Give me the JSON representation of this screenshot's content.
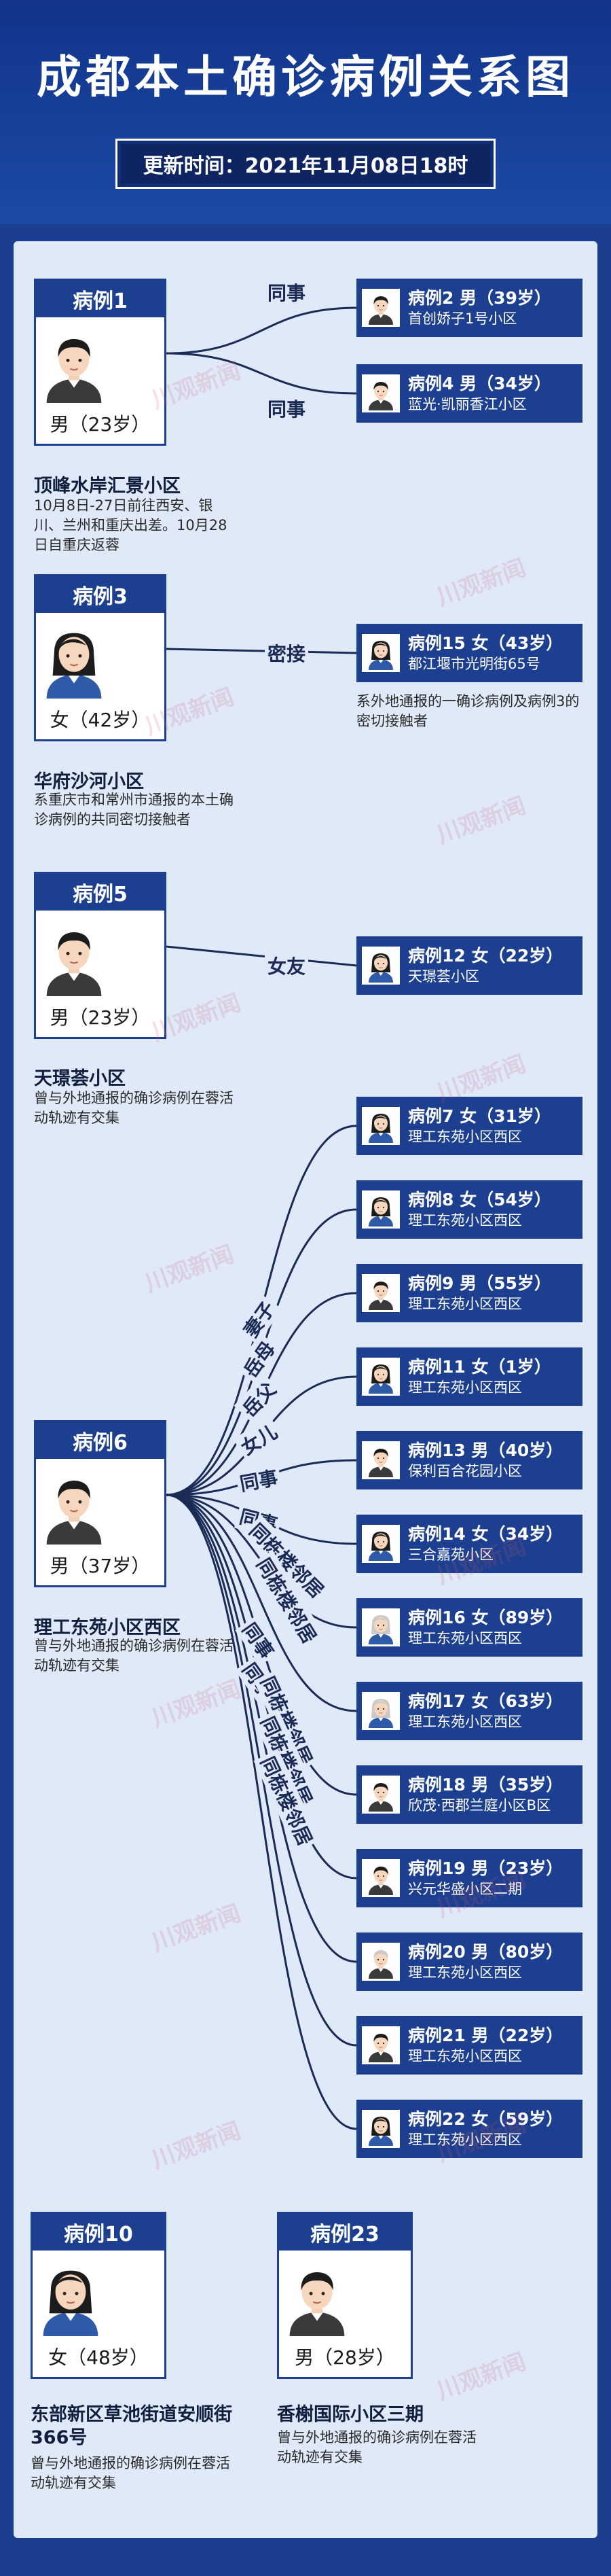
{
  "header": {
    "title": "成都本土确诊病例关系图",
    "update_time": "更新时间：2021年11月08日18时"
  },
  "colors": {
    "background": "#1b3e8f",
    "panel": "#dfe9f8",
    "card": "#1d3f8f"
  },
  "watermark": "川观新闻",
  "groups": [
    {
      "source": {
        "id": "1",
        "label": "病例1",
        "sex_age": "男（23岁）",
        "avatar": "male-avatar-icon",
        "address": "顶峰水岸汇景小区",
        "note": "10月8日-27日前往西安、银川、兰州和重庆出差。10月28日自重庆返蓉"
      },
      "targets": [
        {
          "relation": "同事",
          "case": "病例2 男（39岁）",
          "address": "首创娇子1号小区",
          "avatar": "male-avatar-icon"
        },
        {
          "relation": "同事",
          "case": "病例4 男（34岁）",
          "address": "蓝光·凯丽香江小区",
          "avatar": "male-avatar-icon"
        }
      ]
    },
    {
      "source": {
        "id": "3",
        "label": "病例3",
        "sex_age": "女（42岁）",
        "avatar": "female-avatar-icon",
        "address": "华府沙河小区",
        "note": "系重庆市和常州市通报的本土确诊病例的共同密切接触者"
      },
      "targets": [
        {
          "relation": "密接",
          "case": "病例15 女（43岁）",
          "address": "都江堰市光明街65号",
          "avatar": "female-avatar-icon",
          "note": "系外地通报的一确诊病例及病例3的密切接触者"
        }
      ]
    },
    {
      "source": {
        "id": "5",
        "label": "病例5",
        "sex_age": "男（23岁）",
        "avatar": "male-avatar-icon",
        "address": "天璟荟小区",
        "note": "曾与外地通报的确诊病例在蓉活动轨迹有交集"
      },
      "targets": [
        {
          "relation": "女友",
          "case": "病例12 女（22岁）",
          "address": "天璟荟小区",
          "avatar": "female-avatar-icon"
        }
      ]
    },
    {
      "source": {
        "id": "6",
        "label": "病例6",
        "sex_age": "男（37岁）",
        "avatar": "male-avatar-icon",
        "address": "理工东苑小区西区",
        "note": "曾与外地通报的确诊病例在蓉活动轨迹有交集"
      },
      "targets": [
        {
          "relation": "妻子",
          "case": "病例7 女（31岁）",
          "address": "理工东苑小区西区",
          "avatar": "female-avatar-icon"
        },
        {
          "relation": "岳母",
          "case": "病例8 女（54岁）",
          "address": "理工东苑小区西区",
          "avatar": "female-avatar-icon"
        },
        {
          "relation": "岳父",
          "case": "病例9 男（55岁）",
          "address": "理工东苑小区西区",
          "avatar": "male-avatar-icon"
        },
        {
          "relation": "女儿",
          "case": "病例11 女（1岁）",
          "address": "理工东苑小区西区",
          "avatar": "female-avatar-icon"
        },
        {
          "relation": "同事",
          "case": "病例13 男（40岁）",
          "address": "保利百合花园小区",
          "avatar": "male-avatar-icon"
        },
        {
          "relation": "同事",
          "case": "病例14 女（34岁）",
          "address": "三合嘉苑小区",
          "avatar": "female-avatar-icon"
        },
        {
          "relation": "同栋楼邻居",
          "case": "病例16 女（89岁）",
          "address": "理工东苑小区西区",
          "avatar": "elderly-female-avatar-icon"
        },
        {
          "relation": "同栋楼邻居",
          "case": "病例17 女（63岁）",
          "address": "理工东苑小区西区",
          "avatar": "elderly-female-avatar-icon"
        },
        {
          "relation": "同事",
          "case": "病例18 男（35岁）",
          "address": "欣茂·西郡兰庭小区B区",
          "avatar": "male-avatar-icon"
        },
        {
          "relation": "同事",
          "case": "病例19 男（23岁）",
          "address": "兴元华盛小区二期",
          "avatar": "male-avatar-icon"
        },
        {
          "relation": "同栋楼邻居",
          "case": "病例20 男（80岁）",
          "address": "理工东苑小区西区",
          "avatar": "elderly-male-avatar-icon"
        },
        {
          "relation": "同栋楼邻居",
          "case": "病例21 男（22岁）",
          "address": "理工东苑小区西区",
          "avatar": "male-avatar-icon"
        },
        {
          "relation": "同栋楼邻居",
          "case": "病例22 女（59岁）",
          "address": "理工东苑小区西区",
          "avatar": "female-avatar-icon"
        }
      ]
    }
  ],
  "standalone": [
    {
      "id": "10",
      "label": "病例10",
      "sex_age": "女（48岁）",
      "avatar": "female-avatar-icon",
      "address": "东部新区草池街道安顺街366号",
      "note": "曾与外地通报的确诊病例在蓉活动轨迹有交集"
    },
    {
      "id": "23",
      "label": "病例23",
      "sex_age": "男（28岁）",
      "avatar": "male-avatar-icon",
      "address": "香榭国际小区三期",
      "note": "曾与外地通报的确诊病例在蓉活动轨迹有交集"
    }
  ]
}
